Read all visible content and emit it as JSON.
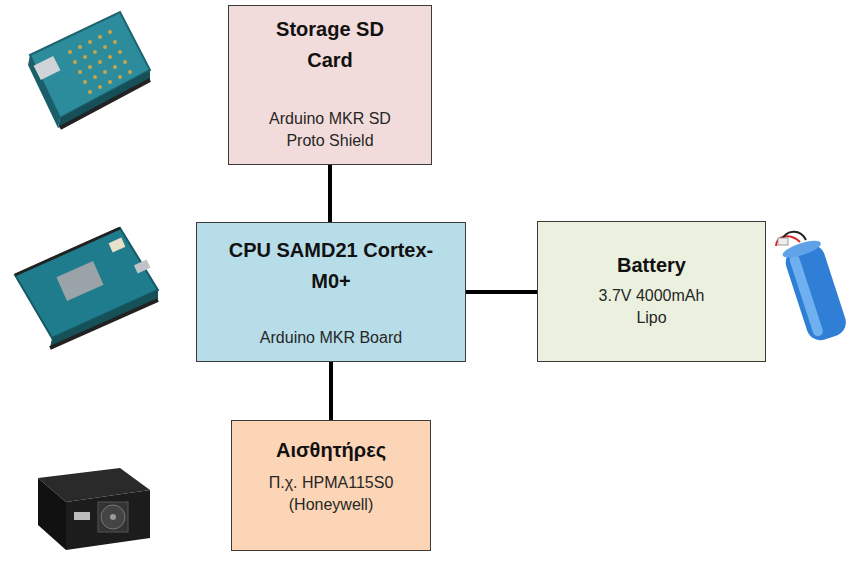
{
  "diagram": {
    "nodes": [
      {
        "text": [
          "Storage SD Card",
          "Arduino MKR SD Proto Shield"
        ]
      },
      {
        "text": [
          "CPU SAMD21 Cortex-M0+",
          "Arduino MKR Board"
        ]
      },
      {
        "text": [
          "Battery",
          "3.7V 4000mAh Lipo"
        ]
      },
      {
        "text": [
          "Αισθητήρες",
          "Π.χ. HPMA115S0 (Honeywell)"
        ]
      }
    ],
    "edges": [
      {
        "from": 0,
        "to": 1,
        "arrow": "none"
      },
      {
        "from": 1,
        "to": 2,
        "arrow": "none"
      },
      {
        "from": 1,
        "to": 3,
        "arrow": "none"
      }
    ]
  }
}
